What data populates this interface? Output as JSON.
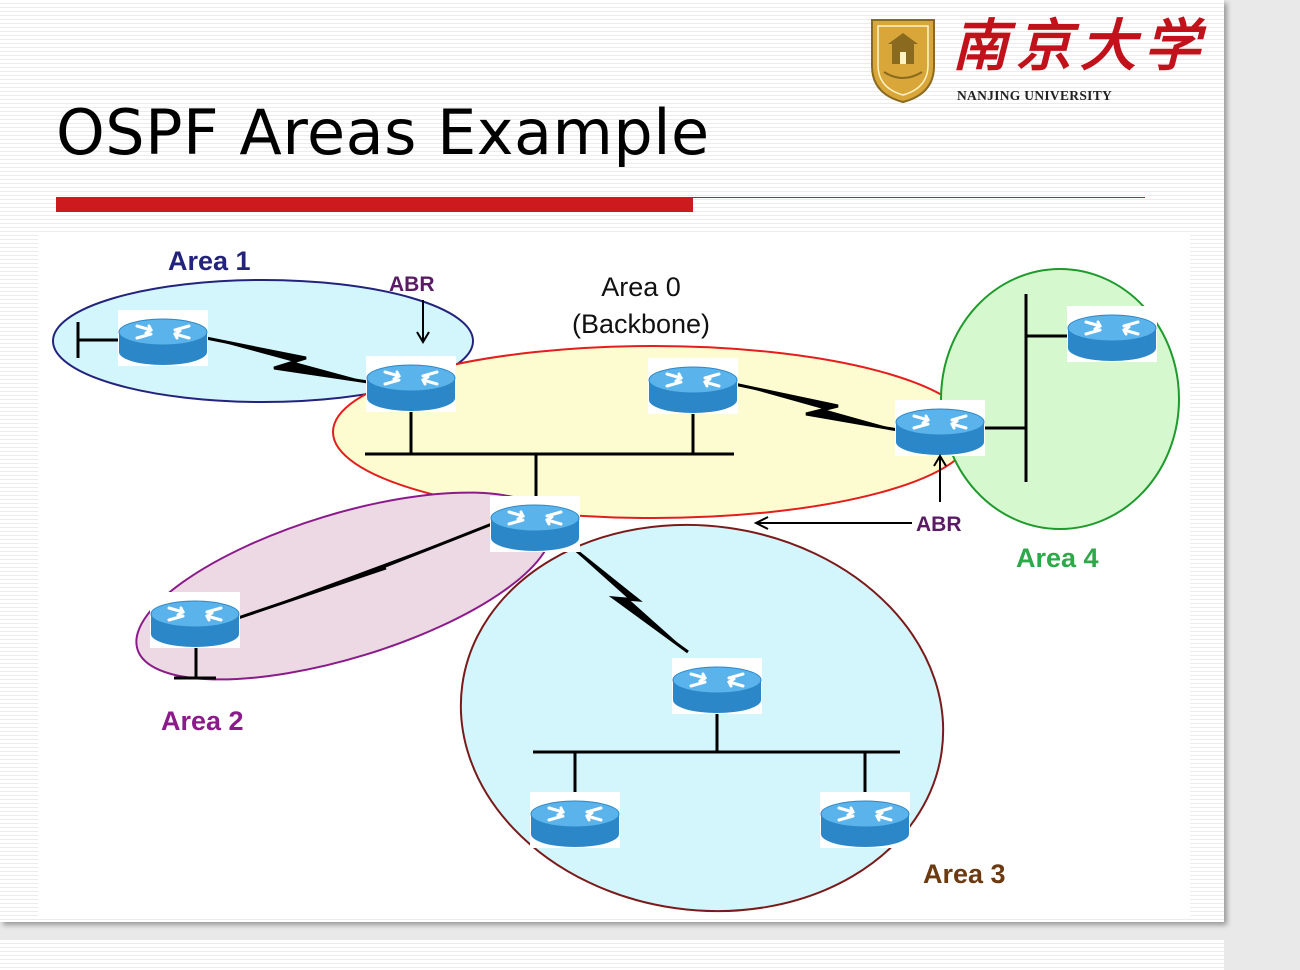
{
  "slide": {
    "title": "OSPF Areas Example"
  },
  "logo": {
    "chinese_name": "南京大学",
    "english_name": "NANJING UNIVERSITY",
    "emblem_icon": "nanjing-university-seal-icon",
    "colors": {
      "red": "#c1121c",
      "gold": "#d9a63a"
    }
  },
  "diagram": {
    "areas": [
      {
        "id": "area1",
        "label": "Area 1",
        "fill": "#d3f6fc",
        "stroke": "#23237e",
        "label_color": "#23237e"
      },
      {
        "id": "area0",
        "label": "Area 0",
        "sublabel": "(Backbone)",
        "fill": "#fcfcd0",
        "stroke": "#e41d1d",
        "label_color": "#111111"
      },
      {
        "id": "area2",
        "label": "Area 2",
        "fill": "#ecd9e4",
        "stroke": "#8b1b8b",
        "label_color": "#8b1b8b"
      },
      {
        "id": "area3",
        "label": "Area 3",
        "fill": "#d3f6fc",
        "stroke": "#7a1a1a",
        "label_color": "#6b3a10"
      },
      {
        "id": "area4",
        "label": "Area 4",
        "fill": "#d6f8cf",
        "stroke": "#1f9a2c",
        "label_color": "#2ea94a"
      }
    ],
    "abr_labels": [
      {
        "id": "abr-top",
        "text": "ABR",
        "color": "#5a1a66"
      },
      {
        "id": "abr-bottom",
        "text": "ABR",
        "color": "#5a1a66"
      }
    ],
    "router_icon": "router-icon",
    "router_colors": {
      "body": "#2f8fd1",
      "top": "#57b3ea",
      "arrows": "#ffffff"
    }
  }
}
